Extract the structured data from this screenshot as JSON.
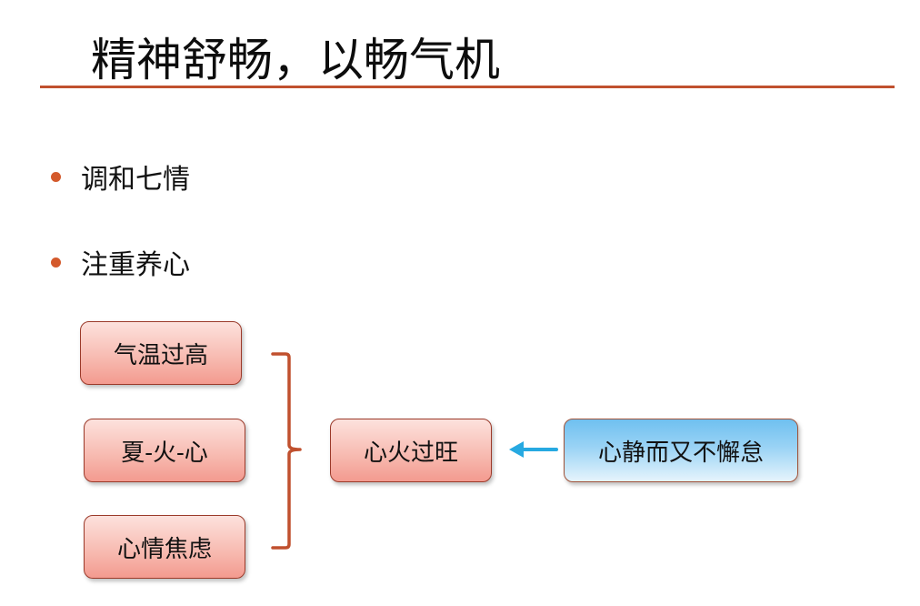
{
  "slide": {
    "title": "精神舒畅，以畅气机",
    "bullets": [
      {
        "text": "调和七情"
      },
      {
        "text": "注重养心"
      }
    ]
  },
  "diagram": {
    "causes": [
      "气温过高",
      "夏-火-心",
      "心情焦虑"
    ],
    "result": "心火过旺",
    "remedy": "心静而又不懈怠",
    "colors": {
      "box_fill": "#f7b9af",
      "box_border": "#9b3a2a",
      "remedy_fill": "#9ad3f5",
      "bracket": "#c0502e",
      "arrow": "#27a9e1",
      "bullet": "#d45a2c"
    }
  }
}
